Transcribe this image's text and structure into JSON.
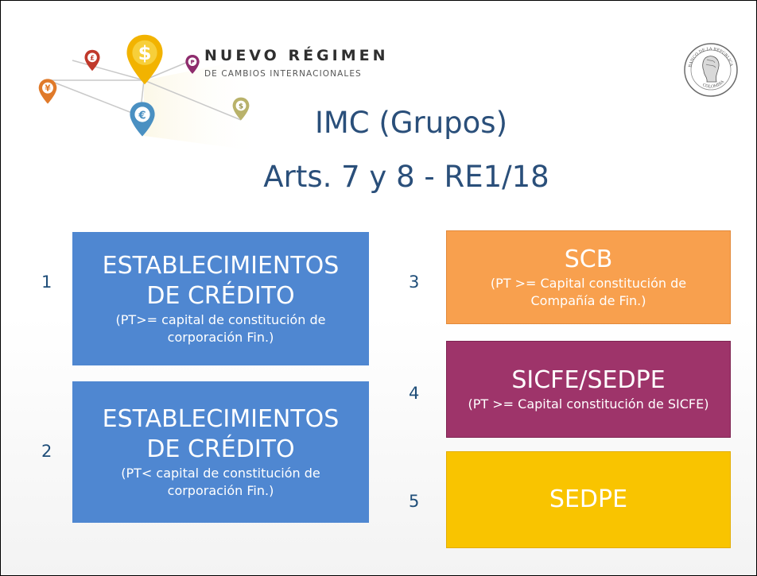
{
  "header": {
    "brand_title": "NUEVO RÉGIMEN",
    "brand_subtitle": "DE CAMBIOS INTERNACIONALES",
    "seal_text_top": "BANCO DE LA REPÚBLICA",
    "seal_text_bottom": "COLOMBIA"
  },
  "title": {
    "line1": "IMC (Grupos)",
    "line2": "Arts. 7 y 8 - RE1/18"
  },
  "groups": [
    {
      "number": "1",
      "heading_line1": "ESTABLECIMIENTOS",
      "heading_line2": "DE CRÉDITO",
      "note": "(PT>= capital de constitución de corporación Fin.)"
    },
    {
      "number": "2",
      "heading_line1": "ESTABLECIMIENTOS",
      "heading_line2": "DE CRÉDITO",
      "note": "(PT< capital de constitución de corporación Fin.)"
    },
    {
      "number": "3",
      "heading": "SCB",
      "note": "(PT >= Capital constitución de Compañía de Fin.)"
    },
    {
      "number": "4",
      "heading": "SICFE/SEDPE",
      "note": "(PT >= Capital constitución de SICFE)"
    },
    {
      "number": "5",
      "heading": "SEDPE"
    }
  ],
  "colors": {
    "blue": "#4f87d1",
    "orange": "#f8a04e",
    "purple": "#9e346a",
    "yellow": "#f9c400",
    "title": "#2a4f7a"
  },
  "icons": [
    "yen-pin-icon",
    "euro-pin-icon",
    "dollar-pin-icon",
    "pound-pin-icon",
    "peso-pin-icon",
    "bank-seal-icon"
  ]
}
